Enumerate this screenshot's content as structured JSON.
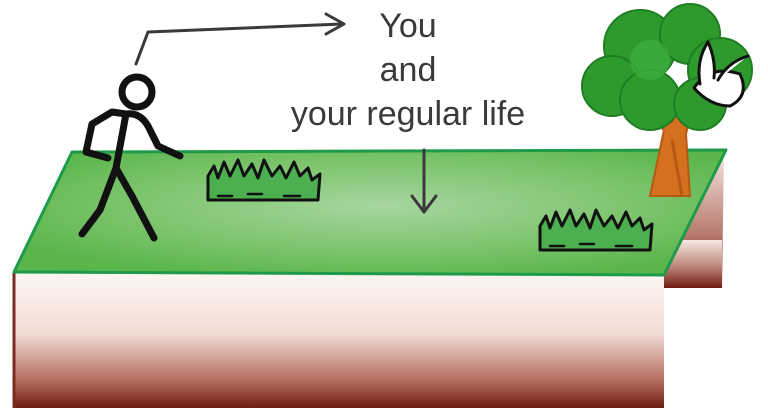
{
  "caption": {
    "line1": "You",
    "line2": "and",
    "line3": "your regular life"
  },
  "colors": {
    "ground_top": "#6cc45f",
    "ground_edge": "#1e9a4a",
    "soil_light": "#fbf3ee",
    "soil_dark": "#6e1c12",
    "tree_foliage": "#2e9a2e",
    "tree_trunk": "#d5701f",
    "grass": "#4caf50",
    "ink": "#111111",
    "text": "#3a3a3a"
  },
  "icons": [
    "walking-person-icon",
    "tree-icon",
    "bird-icon",
    "grass-tuft-icon",
    "arrow-right-icon",
    "arrow-down-icon"
  ]
}
